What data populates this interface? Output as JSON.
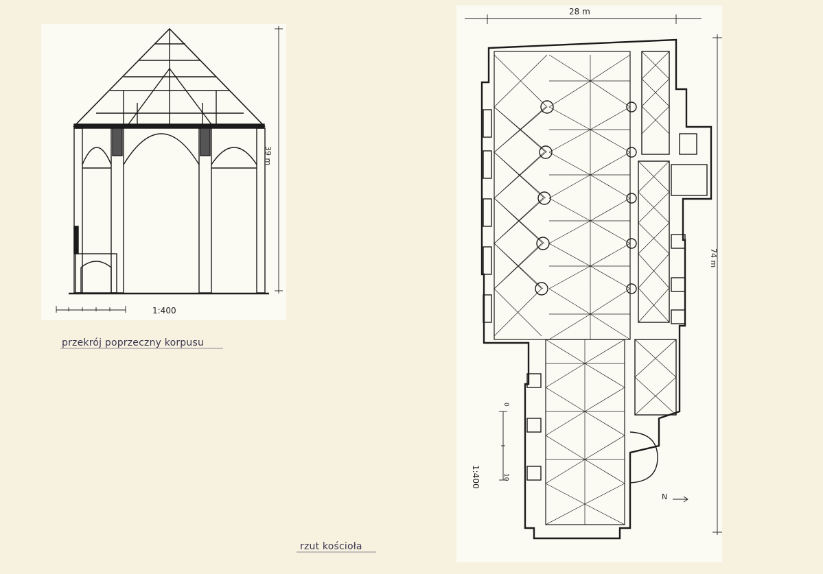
{
  "section": {
    "scale": "1:400",
    "height_dimension": "39 m",
    "caption": "przekrój poprzeczny korpusu"
  },
  "plan": {
    "width_dimension": "28 m",
    "length_dimension": "74 m",
    "scale": "1:400",
    "scale_bar_start": "0",
    "scale_bar_end": "10",
    "north_mark": "N",
    "caption": "rzut kościoła"
  },
  "colors": {
    "paper": "#f6f2df",
    "panel": "#fcfbf3",
    "ink": "#1b1b1b",
    "caption_ink": "#3a3550"
  }
}
